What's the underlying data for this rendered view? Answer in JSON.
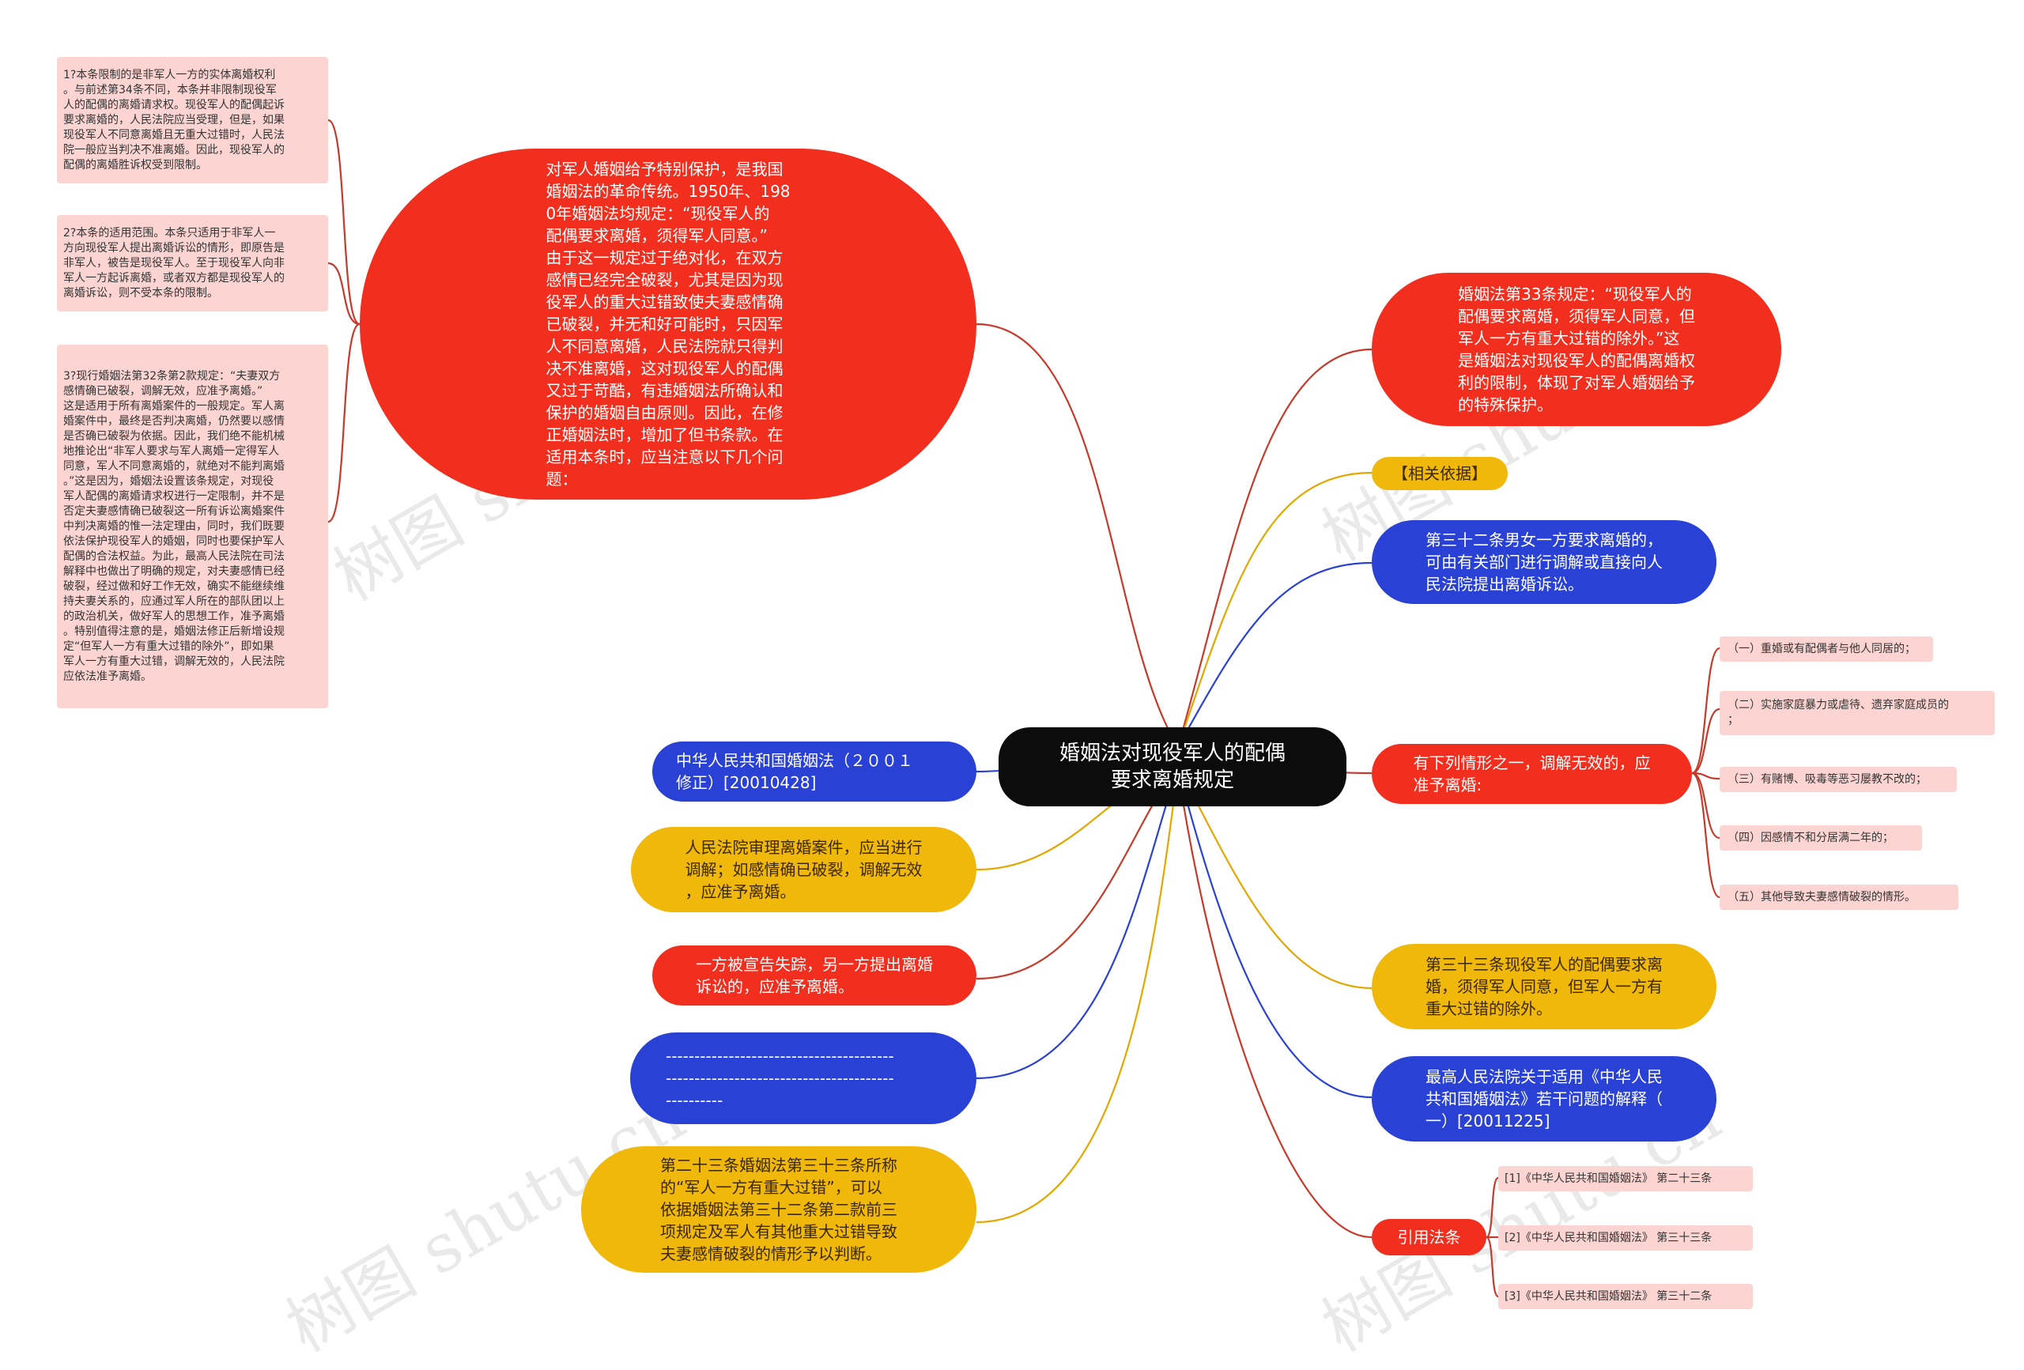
{
  "center": {
    "title": "婚姻法对现役军人的配偶\n要求离婚规定"
  },
  "left": {
    "intro": "对军人婚姻给予特别保护，是我国\n婚姻法的革命传统。1950年、198\n0年婚姻法均规定：“现役军人的\n配偶要求离婚，须得军人同意。”\n由于这一规定过于绝对化，在双方\n感情已经完全破裂，尤其是因为现\n役军人的重大过错致使夫妻感情确\n已破裂，并无和好可能时，只因军\n人不同意离婚，人民法院就只得判\n决不准离婚，这对现役军人的配偶\n又过于苛酷，有违婚姻法所确认和\n保护的婚姻自由原则。因此，在修\n正婚姻法时，增加了但书条款。在\n适用本条时，应当注意以下几个问\n题：",
    "notes": [
      "1?本条限制的是非军人一方的实体离婚权利\n。与前述第34条不同，本条并非限制现役军\n人的配偶的离婚请求权。现役军人的配偶起诉\n要求离婚的，人民法院应当受理，但是，如果\n现役军人不同意离婚且无重大过错时，人民法\n院一般应当判决不准离婚。因此，现役军人的\n配偶的离婚胜诉权受到限制。",
      "2?本条的适用范围。本条只适用于非军人一\n方向现役军人提出离婚诉讼的情形，即原告是\n非军人，被告是现役军人。至于现役军人向非\n军人一方起诉离婚，或者双方都是现役军人的\n离婚诉讼，则不受本条的限制。",
      "3?现行婚姻法第32条第2款规定：“夫妻双方\n感情确已破裂，调解无效，应准予离婚。”\n这是适用于所有离婚案件的一般规定。军人离\n婚案件中，最终是否判决离婚，仍然要以感情\n是否确已破裂为依据。因此，我们绝不能机械\n地推论出“非军人要求与军人离婚一定得军人\n同意，军人不同意离婚的，就绝对不能判离婚\n。”这是因为，婚姻法设置该条规定，对现役\n军人配偶的离婚请求权进行一定限制，并不是\n否定夫妻感情确已破裂这一所有诉讼离婚案件\n中判决离婚的惟一法定理由，同时，我们既要\n依法保护现役军人的婚姻，同时也要保护军人\n配偶的合法权益。为此，最高人民法院在司法\n解释中也做出了明确的规定，对夫妻感情已经\n破裂，经过做和好工作无效，确实不能继续维\n持夫妻关系的，应通过军人所在的部队团以上\n的政治机关，做好军人的思想工作，准予离婚\n。特别值得注意的是，婚姻法修正后新增设规\n定“但军人一方有重大过错的除外”，即如果\n军人一方有重大过错，调解无效的，人民法院\n应依法准予离婚。"
    ],
    "law_name": "中华人民共和国婚姻法（２００１\n修正）[20010428]",
    "court_mediation": "人民法院审理离婚案件，应当进行\n调解；如感情确已破裂，调解无效\n，应准予离婚。",
    "missing_person": "一方被宣告失踪，另一方提出离婚\n诉讼的，应准予离婚。",
    "separator": "----------------------------------------\n----------------------------------------\n----------",
    "interpretation": "第二十三条婚姻法第三十三条所称\n的“军人一方有重大过错”，可以\n依据婚姻法第三十二条第二款前三\n项规定及军人有其他重大过错导致\n夫妻感情破裂的情形予以判断。"
  },
  "right": {
    "art33_desc": "婚姻法第33条规定：“现役军人的\n配偶要求离婚，须得军人同意，但\n军人一方有重大过错的除外。”这\n是婚姻法对现役军人的配偶离婚权\n利的限制，体现了对军人婚姻给予\n的特殊保护。",
    "basis": "【相关依据】",
    "art32": "第三十二条男女一方要求离婚的，\n可由有关部门进行调解或直接向人\n民法院提出离婚诉讼。",
    "situations_title": "有下列情形之一，调解无效的，应\n准予离婚:",
    "situations": [
      "（一）重婚或有配偶者与他人同居的；",
      "（二）实施家庭暴力或虐待、遗弃家庭成员的\n；",
      "（三）有赌博、吸毒等恶习屡教不改的；",
      "（四）因感情不和分居满二年的；",
      "（五）其他导致夫妻感情破裂的情形。"
    ],
    "art33": "第三十三条现役军人的配偶要求离\n婚，须得军人同意，但军人一方有\n重大过错的除外。",
    "supreme_court": "最高人民法院关于适用《中华人民\n共和国婚姻法》若干问题的解释（\n一）[20011225]",
    "cited_title": "引用法条",
    "cited": [
      "[1]《中华人民共和国婚姻法》 第二十三条",
      "[2]《中华人民共和国婚姻法》 第三十三条",
      "[3]《中华人民共和国婚姻法》 第三十二条"
    ]
  },
  "watermarks": [
    "树图 shutu.cn",
    "树图 shutu.cn",
    "树图 shutu.cn",
    "树图 shutu.cn"
  ],
  "colors": {
    "red": "#f22e1e",
    "blue": "#2a41d6",
    "yellow": "#f0b80a",
    "black": "#0c0c0c",
    "pink": "#fcd5d2",
    "line_red": "#c0392b"
  }
}
